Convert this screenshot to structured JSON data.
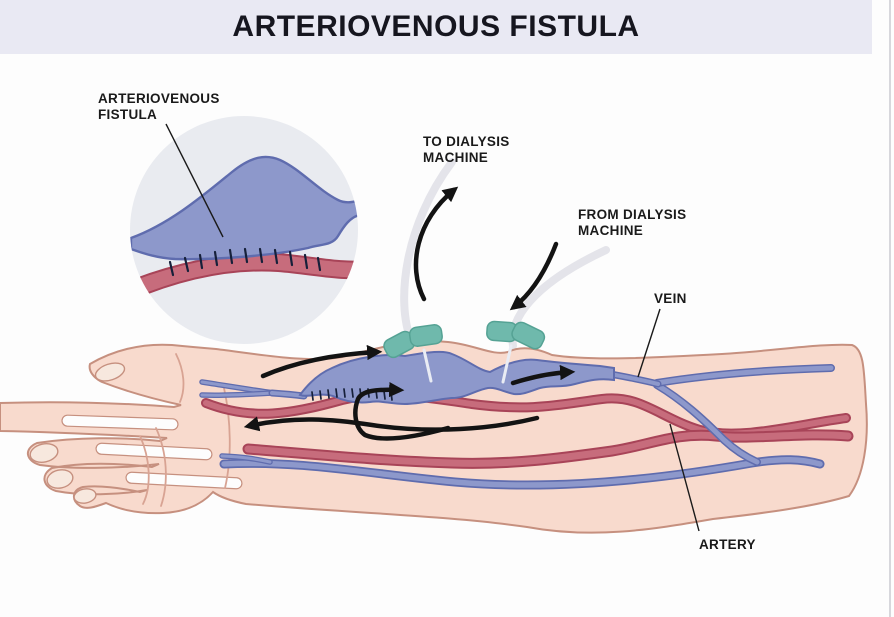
{
  "header": {
    "title": "ARTERIOVENOUS FISTULA"
  },
  "inset": {
    "label_line1": "ARTERIOVENOUS",
    "label_line2": "FISTULA"
  },
  "labels": {
    "to_dialysis_line1": "TO DIALYSIS",
    "to_dialysis_line2": "MACHINE",
    "from_dialysis_line1": "FROM DIALYSIS",
    "from_dialysis_line2": "MACHINE",
    "vein": "VEIN",
    "artery": "ARTERY"
  },
  "colors": {
    "band_bg": "#E9E9F3",
    "title_text": "#16161F",
    "label_text": "#1A1A1A",
    "skin": "#F8DACD",
    "skin_outline": "#C6907F",
    "nail": "#F7E8DE",
    "crease": "#D8A393",
    "vein_fill": "#8D98CB",
    "vein_outline": "#5F6CAE",
    "artery_fill": "#C76C7C",
    "artery_outline": "#A84458",
    "inset_bg": "#E9EBF0",
    "connector_teal": "#6FB9AC",
    "tube_gray": "#E4E4EA",
    "arrow_black": "#131313",
    "suture": "#16203A"
  }
}
